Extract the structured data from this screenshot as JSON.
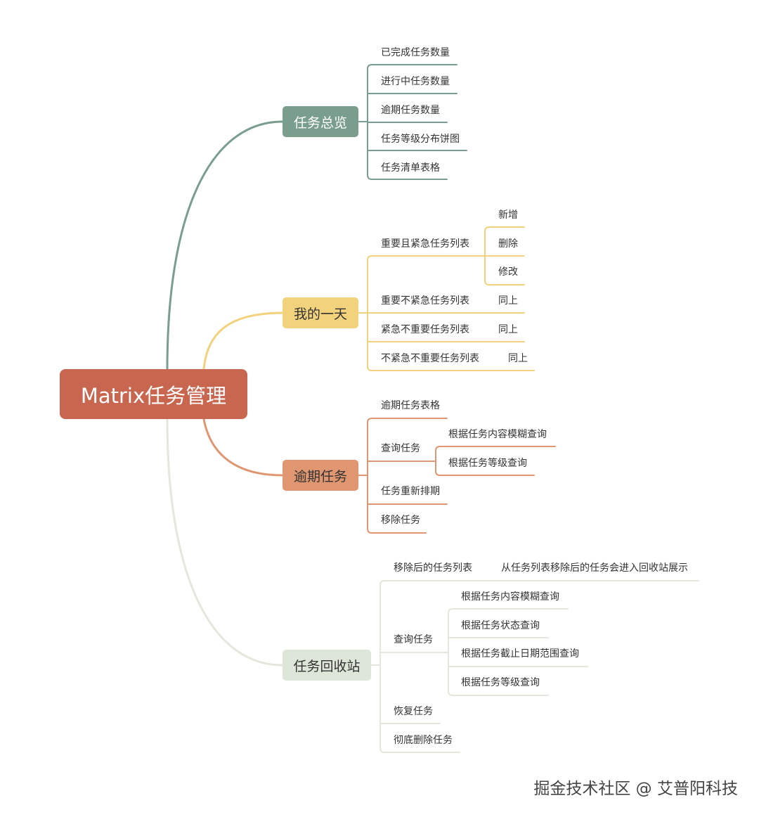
{
  "root": "Matrix任务管理",
  "colors": {
    "root_bg": "#c8664f",
    "overview": "#7a9e8e",
    "myday": "#f2d27c",
    "overdue": "#e09670",
    "recycle": "#dde6d8",
    "recycle_line": "#e6e6dc",
    "recycle_text": "#333333"
  },
  "branches": {
    "overview": {
      "title": "任务总览",
      "items": [
        "已完成任务数量",
        "进行中任务数量",
        "逾期任务数量",
        "任务等级分布饼图",
        "任务清单表格"
      ]
    },
    "myday": {
      "title": "我的一天",
      "items": [
        {
          "label": "重要且紧急任务列表",
          "children": [
            "新增",
            "删除",
            "修改"
          ]
        },
        {
          "label": "重要不紧急任务列表",
          "children": [
            "同上"
          ]
        },
        {
          "label": "紧急不重要任务列表",
          "children": [
            "同上"
          ]
        },
        {
          "label": "不紧急不重要任务列表",
          "children": [
            "同上"
          ]
        }
      ]
    },
    "overdue": {
      "title": "逾期任务",
      "items": [
        {
          "label": "逾期任务表格"
        },
        {
          "label": "查询任务",
          "children": [
            "根据任务内容模糊查询",
            "根据任务等级查询"
          ]
        },
        {
          "label": "任务重新排期"
        },
        {
          "label": "移除任务"
        }
      ]
    },
    "recycle": {
      "title": "任务回收站",
      "items": [
        {
          "label": "移除后的任务列表",
          "children": [
            "从任务列表移除后的任务会进入回收站展示"
          ]
        },
        {
          "label": "查询任务",
          "children": [
            "根据任务内容模糊查询",
            "根据任务状态查询",
            "根据任务截止日期范围查询",
            "根据任务等级查询"
          ]
        },
        {
          "label": "恢复任务"
        },
        {
          "label": "彻底删除任务"
        }
      ]
    }
  },
  "watermark": "掘金技术社区 @ 艾普阳科技"
}
